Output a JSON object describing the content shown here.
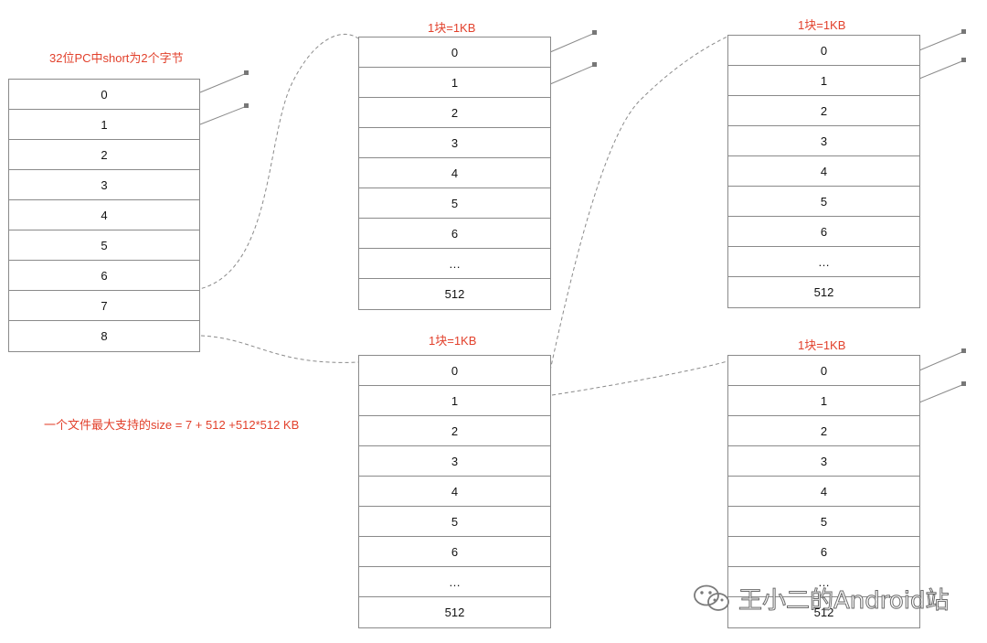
{
  "labels": {
    "table_a_title": "32位PC中short为2个字节",
    "table_b_title": "1块=1KB",
    "table_c_title": "1块=1KB",
    "table_d_title": "1块=1KB",
    "table_e_title": "1块=1KB",
    "formula": "一个文件最大支持的size = 7 + 512 +512*512 KB"
  },
  "tables": {
    "a": [
      "0",
      "1",
      "2",
      "3",
      "4",
      "5",
      "6",
      "7",
      "8"
    ],
    "b": [
      "0",
      "1",
      "2",
      "3",
      "4",
      "5",
      "6",
      "…",
      "512"
    ],
    "c": [
      "0",
      "1",
      "2",
      "3",
      "4",
      "5",
      "6",
      "…",
      "512"
    ],
    "d": [
      "0",
      "1",
      "2",
      "3",
      "4",
      "5",
      "6",
      "…",
      "512"
    ],
    "e": [
      "0",
      "1",
      "2",
      "3",
      "4",
      "5",
      "6",
      "…",
      "512"
    ]
  },
  "watermark": {
    "text": "王小二的Android站",
    "icon": "wechat-icon"
  },
  "colors": {
    "label": "#e2412c",
    "border": "#8a8a8a",
    "connector": "#888888"
  }
}
